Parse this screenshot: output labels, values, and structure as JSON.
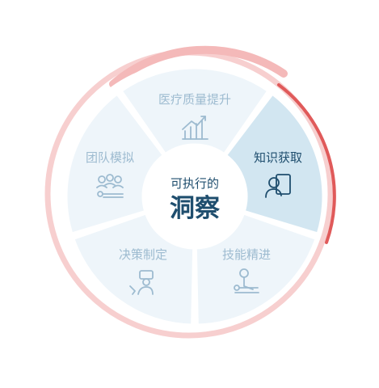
{
  "center": {
    "line1": "可执行的",
    "line2": "洞察"
  },
  "segments": [
    {
      "label": "医疗质量提升",
      "icon": "chart-growth-icon",
      "active": false
    },
    {
      "label": "知识获取",
      "icon": "person-screen-icon",
      "active": true
    },
    {
      "label": "技能精进",
      "icon": "person-training-icon",
      "active": false
    },
    {
      "label": "决策制定",
      "icon": "person-decision-icon",
      "active": false
    },
    {
      "label": "团队模拟",
      "icon": "team-icon",
      "active": false
    }
  ],
  "colors": {
    "inactive_fill": "#eef5fa",
    "active_fill": "#d2e6f1",
    "inactive_text": "#9dbbd0",
    "active_text": "#1f4e6e",
    "ring_light": "#f6c6c6",
    "ring_accent": "#e05a5a"
  }
}
